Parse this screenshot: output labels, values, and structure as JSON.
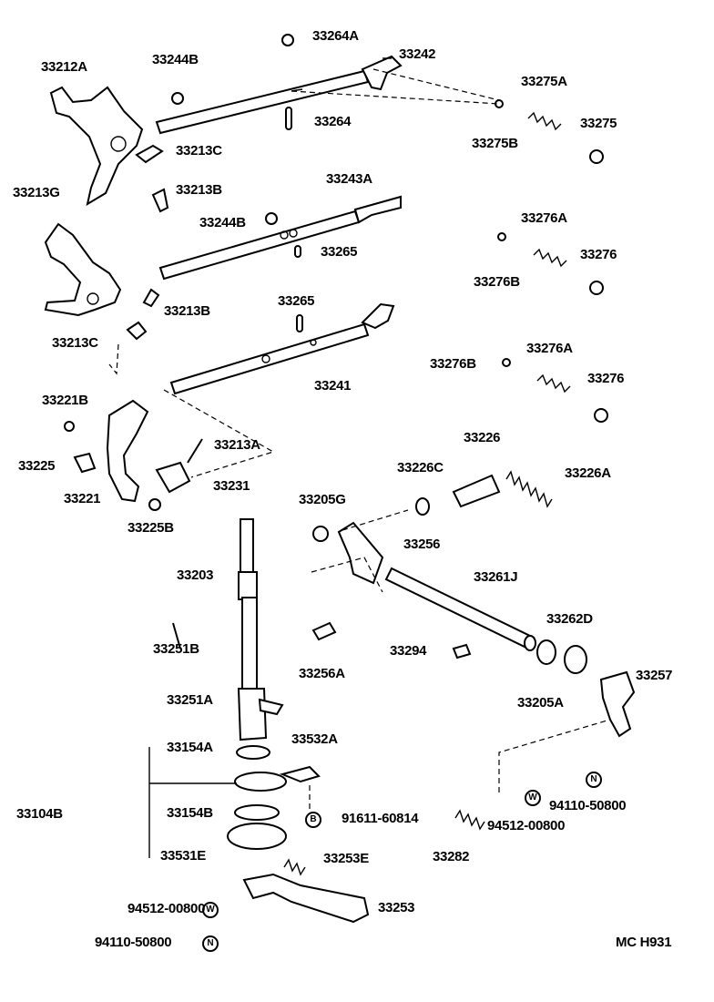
{
  "labels": [
    "33264A",
    "33242",
    "33212A",
    "33244B",
    "33275A",
    "33264",
    "33275",
    "33213C",
    "33275B",
    "33213G",
    "33213B",
    "33243A",
    "33244B",
    "33276A",
    "33265",
    "33276",
    "33276B",
    "33265",
    "33213B",
    "33213C",
    "33276A",
    "33276B",
    "33276",
    "33241",
    "33221B",
    "33226",
    "33213A",
    "33225",
    "33226C",
    "33226A",
    "33231",
    "33221",
    "33205G",
    "33225B",
    "33256",
    "33203",
    "33261J",
    "33262D",
    "33251B",
    "33294",
    "33256A",
    "33257",
    "33251A",
    "33205A",
    "33532A",
    "33154A",
    "94110-50800",
    "33104B",
    "33154B",
    "91611-60814",
    "94512-00800",
    "33282",
    "33531E",
    "33253E",
    "94512-00800",
    "33253",
    "94110-50800",
    "MC  H931"
  ],
  "symbols": {
    "n": "N",
    "w": "W",
    "b": "B"
  }
}
